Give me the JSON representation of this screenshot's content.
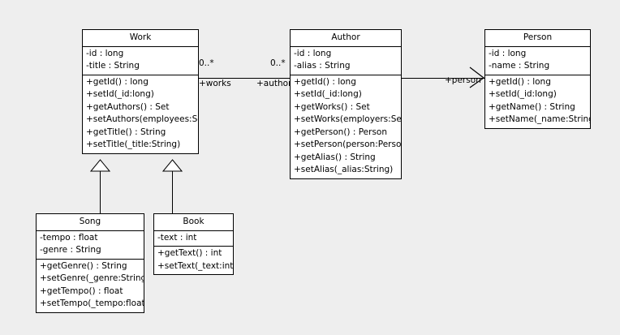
{
  "diagram": {
    "type": "uml-class-diagram",
    "background_color": "#eeeeee",
    "line_color": "#000000",
    "class_fill_color": "#ffffff"
  },
  "classes": {
    "work": {
      "name": "Work",
      "attributes": [
        "-id : long",
        "-title : String"
      ],
      "operations": [
        "+getId() : long",
        "+setId(_id:long)",
        "+getAuthors() : Set",
        "+setAuthors(employees:Set)",
        "+getTitle() : String",
        "+setTitle(_title:String)"
      ]
    },
    "author": {
      "name": "Author",
      "attributes": [
        "-id : long",
        "-alias : String"
      ],
      "operations": [
        "+getId() : long",
        "+setId(_id:long)",
        "+getWorks() : Set",
        "+setWorks(employers:Set)",
        "+getPerson() : Person",
        "+setPerson(person:Person)",
        "+getAlias() : String",
        "+setAlias(_alias:String)"
      ]
    },
    "person": {
      "name": "Person",
      "attributes": [
        "-id : long",
        "-name : String"
      ],
      "operations": [
        "+getId() : long",
        "+setId(_id:long)",
        "+getName() : String",
        "+setName(_name:String)"
      ]
    },
    "song": {
      "name": "Song",
      "attributes": [
        "-tempo : float",
        "-genre : String"
      ],
      "operations": [
        "+getGenre() : String",
        "+setGenre(_genre:String)",
        "+getTempo() : float",
        "+setTempo(_tempo:float)"
      ]
    },
    "book": {
      "name": "Book",
      "attributes": [
        "-text : int"
      ],
      "operations": [
        "+getText() : int",
        "+setText(_text:int)"
      ]
    }
  },
  "relationships": {
    "work_author": {
      "kind": "association",
      "source": "Work",
      "target": "Author",
      "source_multiplicity": "0..*",
      "target_multiplicity": "0..*",
      "source_role": "+works",
      "target_role": "+authors"
    },
    "author_person": {
      "kind": "association",
      "source": "Author",
      "target": "Person",
      "target_role": "+person",
      "navigable": true
    },
    "song_work": {
      "kind": "generalization",
      "source": "Song",
      "target": "Work"
    },
    "book_work": {
      "kind": "generalization",
      "source": "Book",
      "target": "Work"
    }
  }
}
